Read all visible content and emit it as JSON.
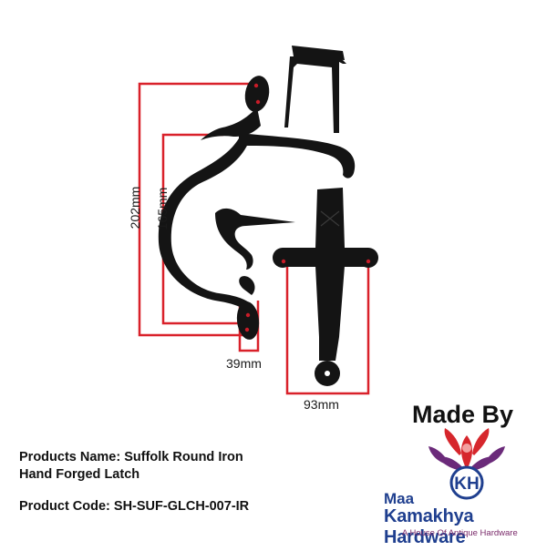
{
  "dimensions": {
    "height_outer": "202mm",
    "height_inner": "165mm",
    "width_latch": "39mm",
    "width_keep": "93mm"
  },
  "made_by": "Made By",
  "product": {
    "name_line1": "Products Name: Suffolk Round Iron",
    "name_line2": "Hand Forged Latch",
    "code": "Product Code: SH-SUF-GLCH-007-IR"
  },
  "brand": {
    "prefix": "Maa",
    "name": "Kamakhya Hardware",
    "tagline": "A House Of Antique Hardware",
    "monogram": "KH",
    "logo_icon": "lotus-goddess-icon"
  },
  "colors": {
    "dimension_line": "#d9212a",
    "iron": "#141414",
    "brand_blue": "#1f3f8f",
    "brand_red": "#d6262c",
    "brand_purple": "#6b2a7a"
  }
}
